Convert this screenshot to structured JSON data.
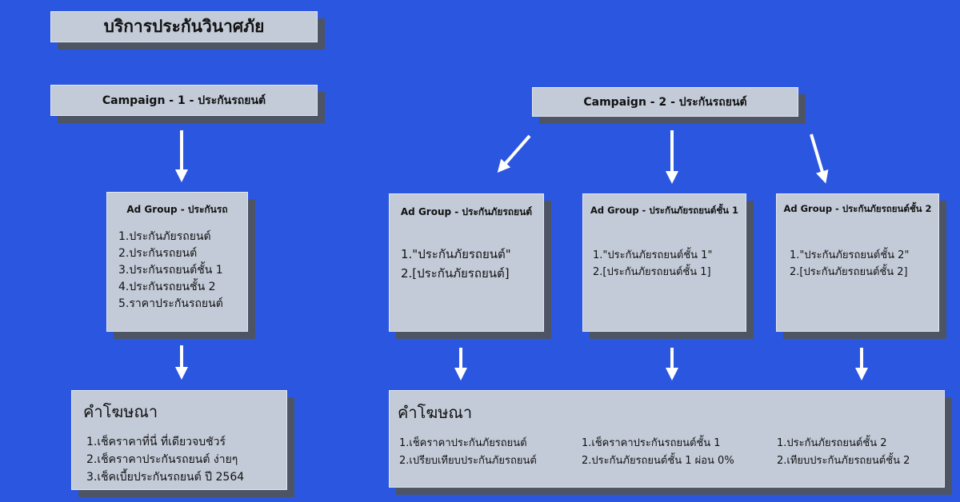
{
  "header": {
    "title": "บริการประกันวินาศภัย"
  },
  "campaigns": [
    {
      "label": "Campaign - 1 - ประกันรถยนต์"
    },
    {
      "label": "Campaign - 2 - ประกันรถยนต์"
    }
  ],
  "ad_groups": [
    {
      "title": "Ad Group - ประกันรถ",
      "keywords": [
        "1.ประกันภัยรถยนต์",
        "2.ประกันรถยนต์",
        "3.ประกันรถยนต์ชั้น 1",
        "4.ประกันรถยนชั้น 2",
        "5.ราคาประกันรถยนต์"
      ]
    },
    {
      "title": "Ad Group - ประกันภัยรถยนต์",
      "keywords": [
        "1.\"ประกันภัยรถยนต์\"",
        "2.[ประกันภัยรถยนต์]"
      ]
    },
    {
      "title": "Ad Group - ประกันภัยรถยนต์ชั้น 1",
      "keywords": [
        "1.\"ประกันภัยรถยนต์ชั้น 1\"",
        "2.[ประกันภัยรถยนต์ชั้น 1]"
      ]
    },
    {
      "title": "Ad Group - ประกันภัยรถยนต์ชั้น 2",
      "keywords": [
        "1.\"ประกันภัยรถยนต์ชั้น 2\"",
        "2.[ประกันภัยรถยนต์ชั้น 2]"
      ]
    }
  ],
  "ads": [
    {
      "title": "คำโฆษณา",
      "lines": [
        "1.เช็คราคาที่นี่ ที่เดียวจบชัวร์",
        "2.เช็คราคาประกันรถยนต์ ง่ายๆ",
        "3.เช็คเบี้ยประกันรถยนต์ ปี 2564"
      ]
    },
    {
      "title": "คำโฆษณา",
      "columns": [
        [
          "1.เช็คราคาประกันภัยรถยนต์",
          "2.เปรียบเทียบประกันภัยรถยนต์"
        ],
        [
          "1.เช็คราคาประกันรถยนต์ชั้น 1",
          "2.ประกันภัยรถยนต์ชั้น 1 ผ่อน 0%"
        ],
        [
          "1.ประกันภัยรถยนต์ชั้น 2",
          "2.เทียบประกันภัยรถยนต์ชั้น 2"
        ]
      ]
    }
  ],
  "colors": {
    "background": "#2b56e0",
    "box": "#c3cbd8",
    "shadow": "#4d5565",
    "arrow": "#ffffff"
  }
}
